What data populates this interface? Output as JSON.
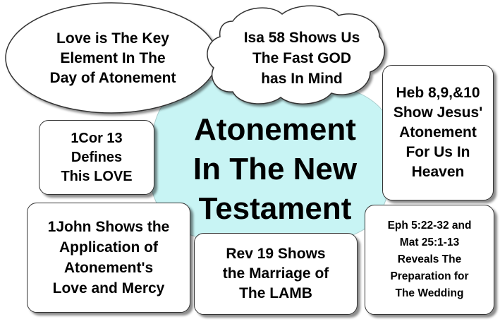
{
  "center": {
    "title": "Atonement\nIn The New\nTestament"
  },
  "bubbles": {
    "love_key": "Love is The Key\nElement In The\nDay of Atonement",
    "isa58": "Isa 58 Shows Us\nThe Fast GOD\nhas In Mind"
  },
  "boxes": {
    "cor13": "1Cor 13\nDefines\nThis LOVE",
    "heb": "Heb 8,9,&10\nShow Jesus'\nAtonement\nFor Us In\nHeaven",
    "john": "1John Shows the\nApplication of\nAtonement's\nLove and Mercy",
    "rev19": "Rev 19 Shows\nthe Marriage of\nThe LAMB",
    "eph": "Eph 5:22-32 and\nMat 25:1-13\nReveals The\nPreparation for\nThe Wedding"
  },
  "colors": {
    "center_fill": "#c8f4f4",
    "outline": "#333333",
    "bubble_fill": "#ffffff"
  }
}
